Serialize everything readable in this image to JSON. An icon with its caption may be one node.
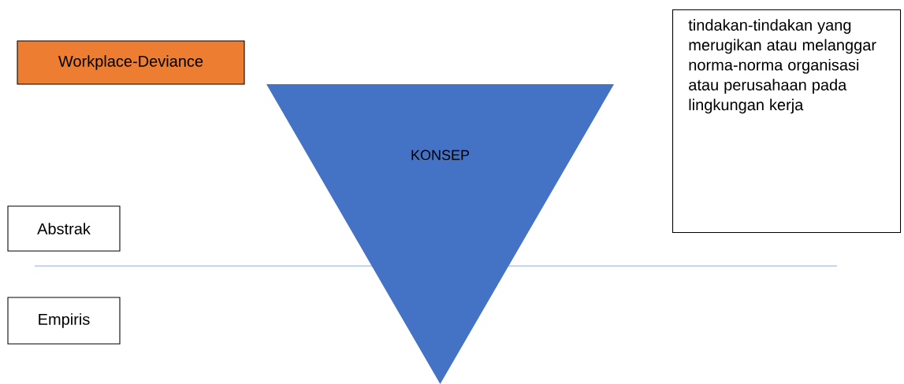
{
  "diagram": {
    "nodes": [
      {
        "text": [
          "Workplace-Deviance"
        ]
      },
      {
        "text": [
          "KONSEP"
        ]
      },
      {
        "text": [
          "tindakan-tindakan yang merugikan atau melanggar norma-norma organisasi atau perusahaan pada lingkungan kerja"
        ]
      },
      {
        "text": [
          "Abstrak"
        ]
      },
      {
        "text": [
          "Empiris"
        ]
      }
    ],
    "edges": []
  }
}
